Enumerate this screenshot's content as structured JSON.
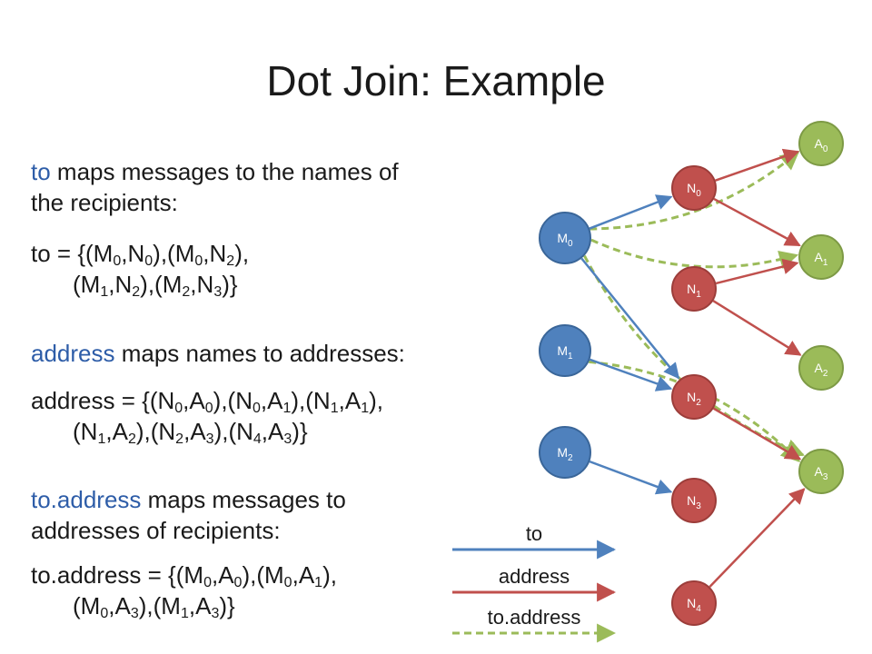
{
  "slide": {
    "title": "Dot Join: Example"
  },
  "text": {
    "to_desc_kw": "to",
    "to_desc_rest": " maps messages to the names of",
    "to_desc_line2": "the recipients:",
    "to_set_line1": "to = {(M0,N0),(M0,N2),",
    "to_set_line2": "(M1,N2),(M2,N3)}",
    "addr_desc_kw": "address",
    "addr_desc_rest": " maps names to addresses:",
    "addr_set_line1": "address = {(N0,A0),(N0,A1),(N1,A1),",
    "addr_set_line2": "(N1,A2),(N2,A3),(N4,A3)}",
    "dot_desc_kw": "to.address",
    "dot_desc_rest": " maps messages to",
    "dot_desc_line2": "addresses of recipients:",
    "dot_set_line1": "to.address = {(M0,A0),(M0,A1),",
    "dot_set_line2": "(M0,A3),(M1,A3)}"
  },
  "graph": {
    "colors": {
      "message": "#4f81bd",
      "name": "#c0504d",
      "address": "#9bbb59",
      "to_edge": "#4f81bd",
      "address_edge": "#c0504d",
      "dot_edge": "#9bbb59"
    },
    "nodes": [
      {
        "id": "M0",
        "base": "M",
        "sub": "0",
        "kind": "message"
      },
      {
        "id": "M1",
        "base": "M",
        "sub": "1",
        "kind": "message"
      },
      {
        "id": "M2",
        "base": "M",
        "sub": "2",
        "kind": "message"
      },
      {
        "id": "N0",
        "base": "N",
        "sub": "0",
        "kind": "name"
      },
      {
        "id": "N1",
        "base": "N",
        "sub": "1",
        "kind": "name"
      },
      {
        "id": "N2",
        "base": "N",
        "sub": "2",
        "kind": "name"
      },
      {
        "id": "N3",
        "base": "N",
        "sub": "3",
        "kind": "name"
      },
      {
        "id": "N4",
        "base": "N",
        "sub": "4",
        "kind": "name"
      },
      {
        "id": "A0",
        "base": "A",
        "sub": "0",
        "kind": "address"
      },
      {
        "id": "A1",
        "base": "A",
        "sub": "1",
        "kind": "address"
      },
      {
        "id": "A2",
        "base": "A",
        "sub": "2",
        "kind": "address"
      },
      {
        "id": "A3",
        "base": "A",
        "sub": "3",
        "kind": "address"
      }
    ],
    "to_edges": [
      [
        "M0",
        "N0"
      ],
      [
        "M0",
        "N2"
      ],
      [
        "M1",
        "N2"
      ],
      [
        "M2",
        "N3"
      ]
    ],
    "address_edges": [
      [
        "N0",
        "A0"
      ],
      [
        "N0",
        "A1"
      ],
      [
        "N1",
        "A1"
      ],
      [
        "N1",
        "A2"
      ],
      [
        "N2",
        "A3"
      ],
      [
        "N4",
        "A3"
      ]
    ],
    "dot_edges": [
      [
        "M0",
        "A0"
      ],
      [
        "M0",
        "A1"
      ],
      [
        "M0",
        "A3"
      ],
      [
        "M1",
        "A3"
      ]
    ]
  },
  "legend": [
    {
      "label": "to",
      "kind": "to"
    },
    {
      "label": "address",
      "kind": "address"
    },
    {
      "label": "to.address",
      "kind": "dot"
    }
  ]
}
